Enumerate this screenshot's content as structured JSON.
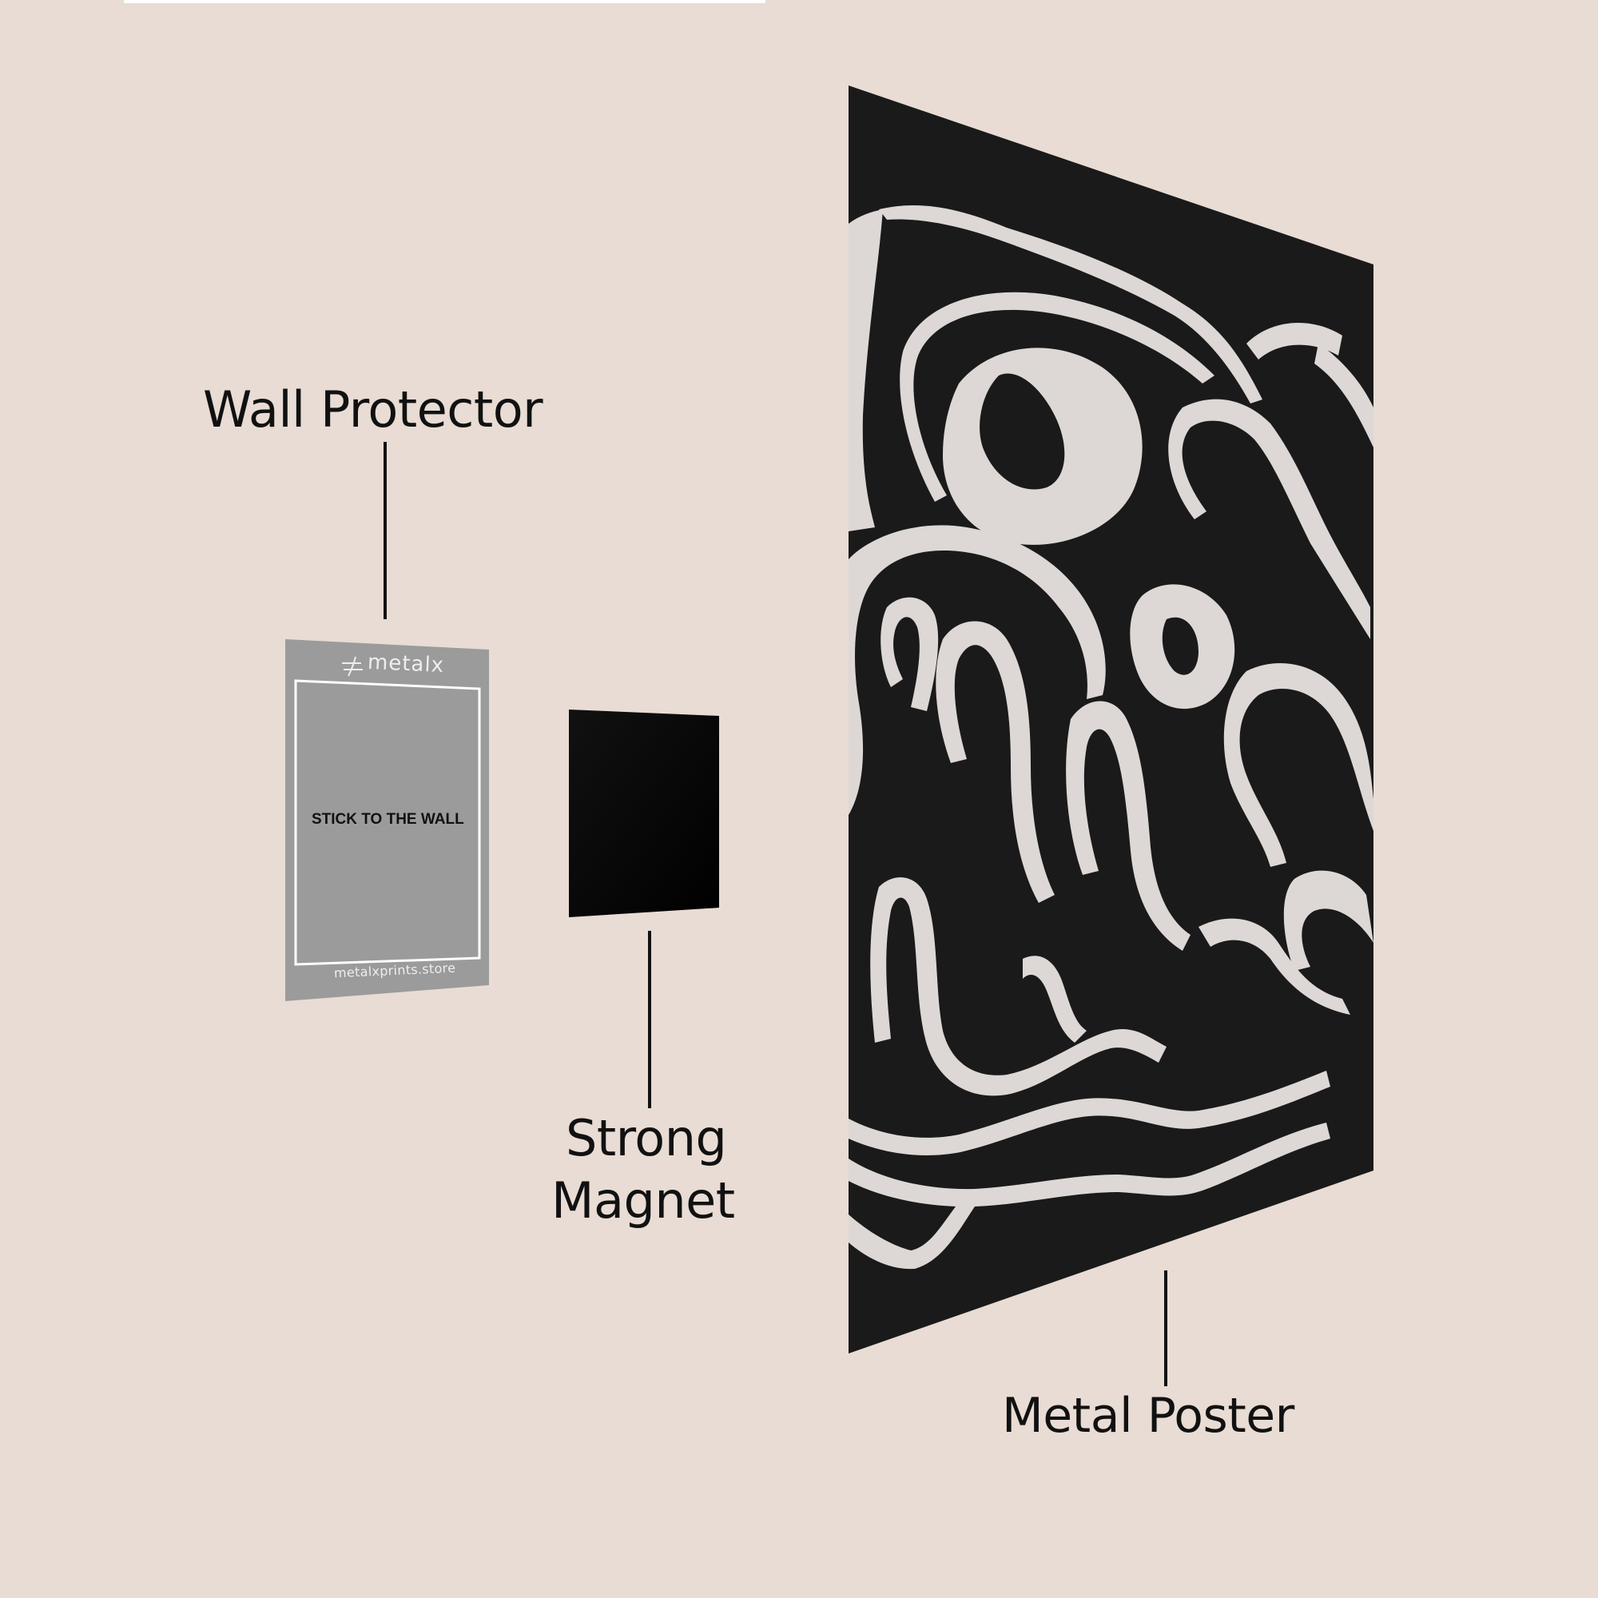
{
  "labels": {
    "wall_protector": "Wall Protector",
    "strong_magnet_line1": "Strong",
    "strong_magnet_line2": "Magnet",
    "metal_poster": "Metal Poster"
  },
  "wall_protector_card": {
    "brand": "metalx",
    "instruction": "STICK TO THE WALL",
    "website": "metalxprints.store"
  },
  "colors": {
    "background": "#E8DCD4",
    "protector_gray": "#9B9B9B",
    "magnet_black": "#050505",
    "poster_dark": "#1A1A1A",
    "poster_light": "#DDD8D5",
    "text": "#111111"
  }
}
